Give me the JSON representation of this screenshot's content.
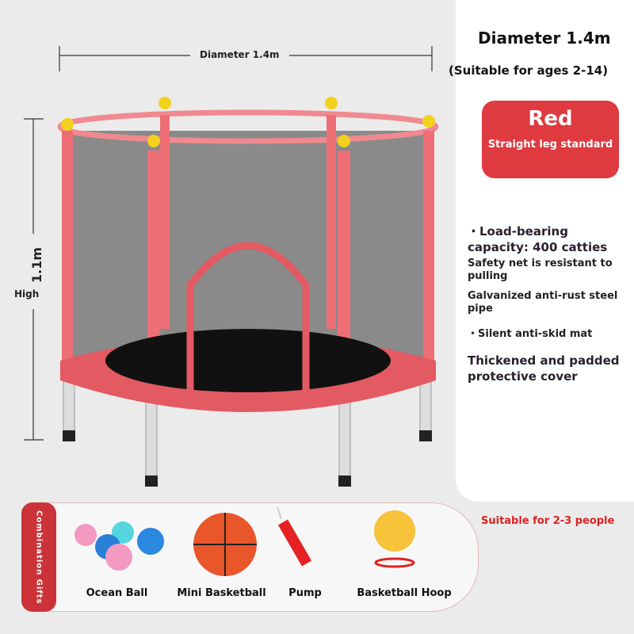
{
  "product": {
    "title": "Diameter 1.4m",
    "ages": "(Suitable for ages 2-14)",
    "color": "Red",
    "variant": "Straight leg standard",
    "features": [
      "・Load-bearing capacity: 400 catties",
      "Safety net is resistant to pulling",
      "Galvanized anti-rust steel pipe",
      "・Silent anti-skid mat",
      "Thickened and padded protective cover"
    ],
    "people": "Suitable for 2-3 people"
  },
  "dimensions": {
    "diameter": "Diameter 1.4m",
    "height": "1.1m",
    "height_label": "High"
  },
  "gifts": {
    "label": "Combination Gifts",
    "items": [
      "Ocean Ball",
      "Mini Basketball",
      "Pump",
      "Basketball Hoop"
    ]
  },
  "colors": {
    "accent": "#de3a40",
    "frame": "#e8656c"
  }
}
